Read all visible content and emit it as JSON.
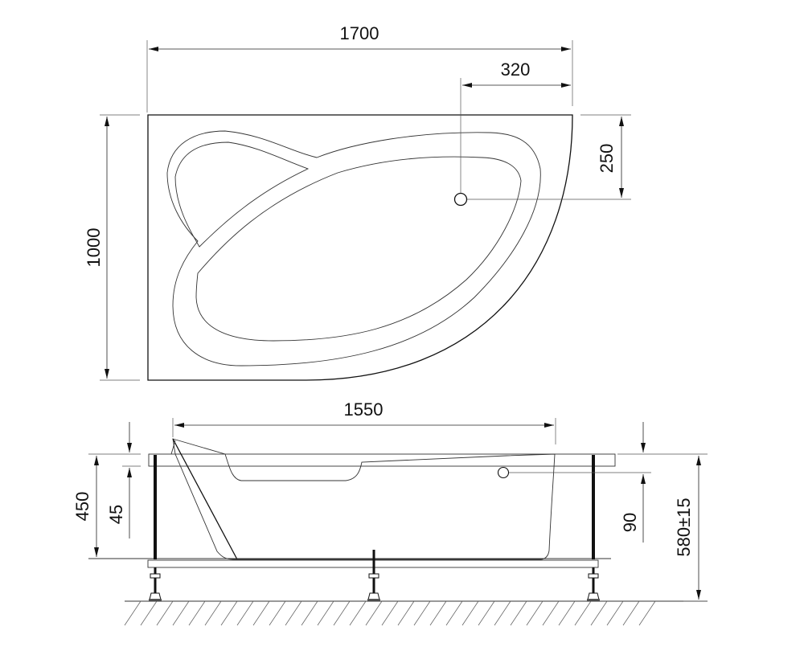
{
  "title": "Corner bathtub technical drawing",
  "top_view": {
    "dimensions": {
      "overall_length": "1700",
      "drain_offset_horizontal": "320",
      "drain_offset_vertical": "250",
      "overall_width": "1000"
    }
  },
  "side_view": {
    "dimensions": {
      "inner_length": "1550",
      "depth": "450",
      "rim_thickness": "45",
      "overflow_height": "90",
      "total_height": "580±15"
    }
  },
  "colors": {
    "line": "#111111",
    "background": "#ffffff"
  }
}
